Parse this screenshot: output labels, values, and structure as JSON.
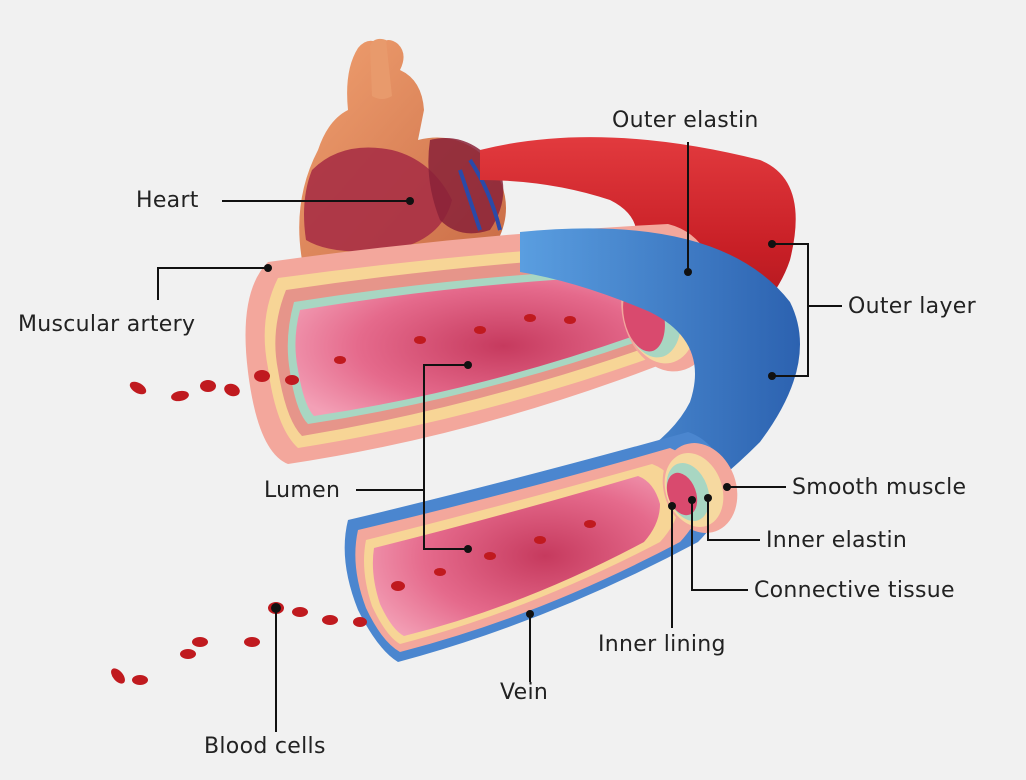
{
  "labels": {
    "heart": "Heart",
    "outer_elastin": "Outer elastin",
    "muscular_artery": "Muscular artery",
    "outer_layer": "Outer layer",
    "lumen": "Lumen",
    "smooth_muscle": "Smooth muscle",
    "inner_elastin": "Inner elastin",
    "connective_tissue": "Connective tissue",
    "inner_lining": "Inner lining",
    "vein": "Vein",
    "blood_cells": "Blood cells"
  },
  "colors": {
    "background": "#f1f1f1",
    "artery_red": "#d62a2e",
    "vein_blue": "#3a78c4",
    "lumen_pink": "#e8708f",
    "blood_cell": "#c01a1f",
    "leader_line": "#111111"
  }
}
